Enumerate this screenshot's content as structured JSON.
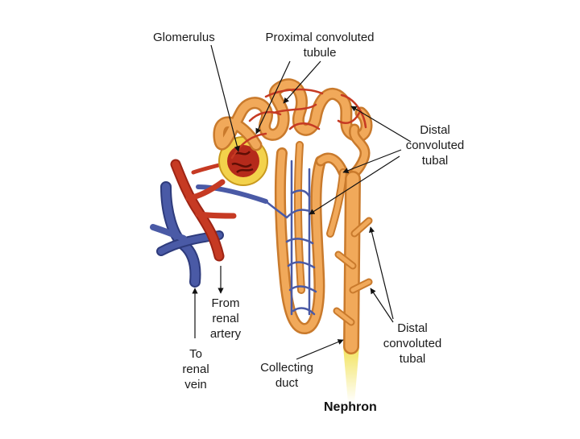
{
  "labels": {
    "glomerulus": "Glomerulus",
    "proximal_line1": "Proximal convoluted",
    "proximal_line2": "tubule",
    "distal_top_line1": "Distal",
    "distal_top_line2": "convoluted",
    "distal_top_line3": "tubal",
    "distal_bottom_line1": "Distal",
    "distal_bottom_line2": "convoluted",
    "distal_bottom_line3": "tubal",
    "from_line1": "From",
    "from_line2": "renal",
    "from_line3": "artery",
    "to_line1": "To",
    "to_line2": "renal",
    "to_line3": "vein",
    "collecting_line1": "Collecting",
    "collecting_line2": "duct",
    "title": "Nephron"
  },
  "colors": {
    "tubule": "#f1a95a",
    "tubule_outline": "#c97a2c",
    "artery": "#c63a23",
    "vein": "#3f4f9a",
    "capsule": "#f3d24b",
    "duct_glow": "#f2e35a",
    "arrow": "#111111"
  }
}
